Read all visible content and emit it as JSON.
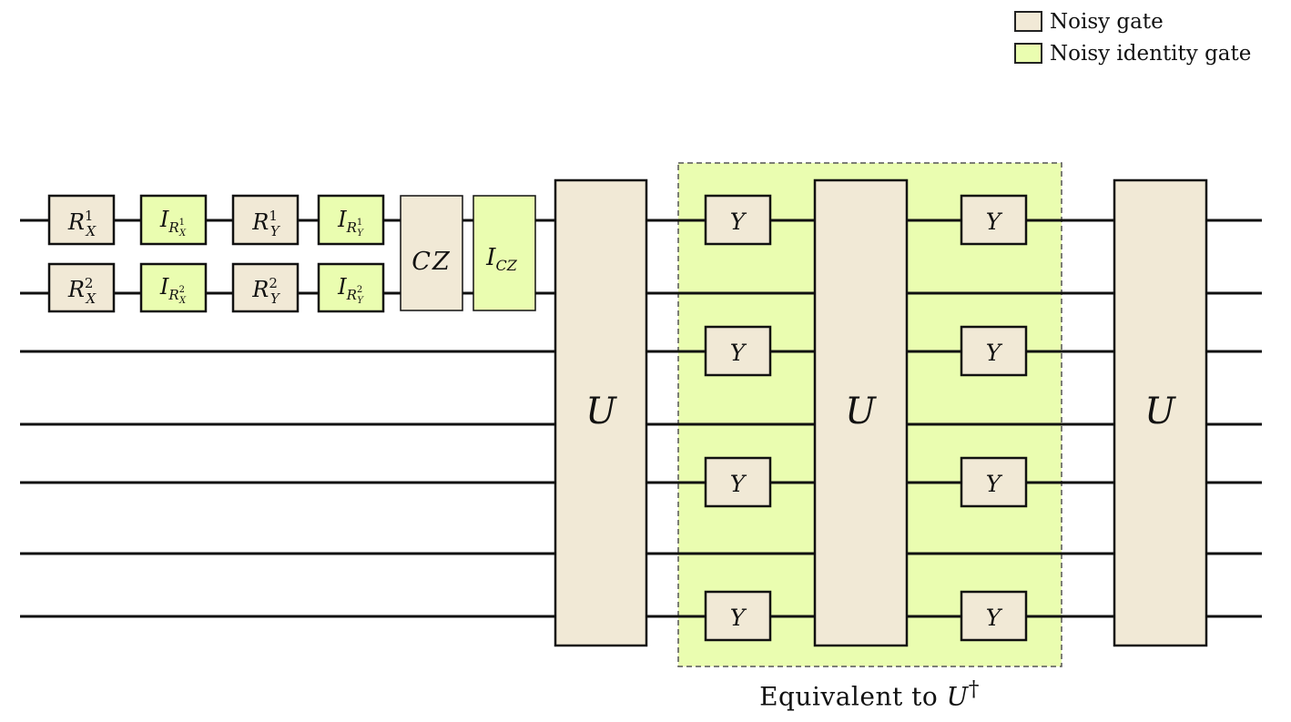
{
  "legend": {
    "noisy_gate": {
      "label": "Noisy gate",
      "color": "#f1e9d6"
    },
    "noisy_identity": {
      "label": "Noisy identity gate",
      "color": "#eafdb0"
    }
  },
  "caption": {
    "prefix": "Equivalent to ",
    "symbol": "U",
    "superscript": "†"
  },
  "gates": {
    "rx1": {
      "base": "R",
      "sup": "1",
      "sub": "X"
    },
    "irx1": {
      "base": "I",
      "sub": "R",
      "subsup": "1",
      "subsub": "X"
    },
    "ry1": {
      "base": "R",
      "sup": "1",
      "sub": "Y"
    },
    "iry1": {
      "base": "I",
      "sub": "R",
      "subsup": "1",
      "subsub": "Y"
    },
    "rx2": {
      "base": "R",
      "sup": "2",
      "sub": "X"
    },
    "irx2": {
      "base": "I",
      "sub": "R",
      "subsup": "2",
      "subsub": "X"
    },
    "ry2": {
      "base": "R",
      "sup": "2",
      "sub": "Y"
    },
    "iry2": {
      "base": "I",
      "sub": "R",
      "subsup": "2",
      "subsub": "Y"
    },
    "cz": "CZ",
    "icz": {
      "base": "I",
      "sub": "CZ"
    },
    "u": "U",
    "y": "Y"
  }
}
